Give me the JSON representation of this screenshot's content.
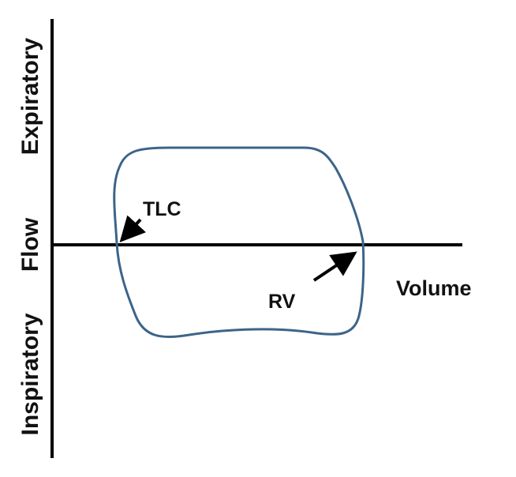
{
  "diagram": {
    "labels": {
      "y_top": "Expiratory",
      "y_middle": "Flow",
      "y_bottom": "Inspiratory",
      "x_axis": "Volume",
      "tlc": "TLC",
      "rv": "RV"
    },
    "colors": {
      "loop": "#3d6489",
      "axes": "#000000",
      "arrows": "#000000",
      "text": "#111111",
      "background": "#ffffff"
    }
  }
}
